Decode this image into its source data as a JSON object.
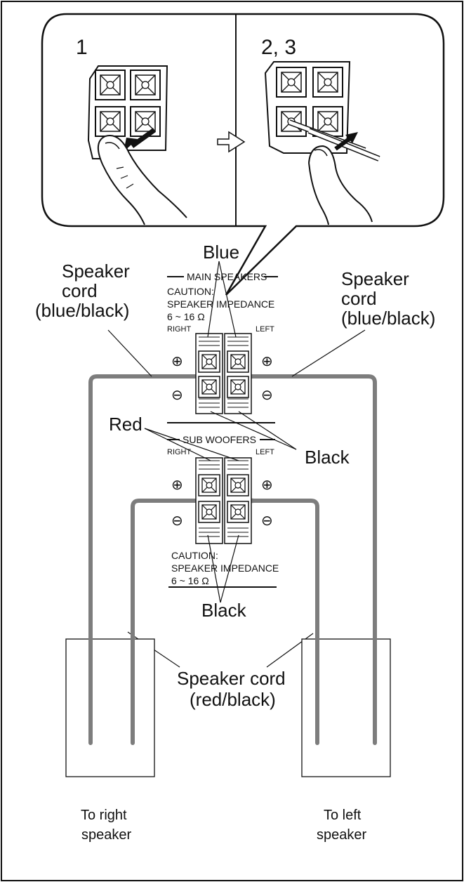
{
  "steps": {
    "step1": "1",
    "step23": "2, 3"
  },
  "main_terminal": {
    "header": "MAIN SPEAKERS",
    "caution_line1": "CAUTION:",
    "caution_line2": "SPEAKER IMPEDANCE",
    "caution_line3": "6 ~ 16 Ω",
    "right": "RIGHT",
    "left": "LEFT"
  },
  "sub_terminal": {
    "header": "SUB WOOFERS",
    "right": "RIGHT",
    "left": "LEFT",
    "caution_line1": "CAUTION:",
    "caution_line2": "SPEAKER IMPEDANCE",
    "caution_line3": "6 ~ 16 Ω"
  },
  "labels": {
    "blue": "Blue",
    "red": "Red",
    "black_main": "Black",
    "black_sub": "Black",
    "cord_left_1": "Speaker",
    "cord_left_2": "cord",
    "cord_left_3": "(blue/black)",
    "cord_right_1": "Speaker",
    "cord_right_2": "cord",
    "cord_right_3": "(blue/black)",
    "cord_bottom_1": "Speaker cord",
    "cord_bottom_2": "(red/black)",
    "right_speaker_1": "To right",
    "right_speaker_2": "speaker",
    "left_speaker_1": "To left",
    "left_speaker_2": "speaker"
  },
  "symbols": {
    "plus": "⊕",
    "minus": "⊖"
  }
}
